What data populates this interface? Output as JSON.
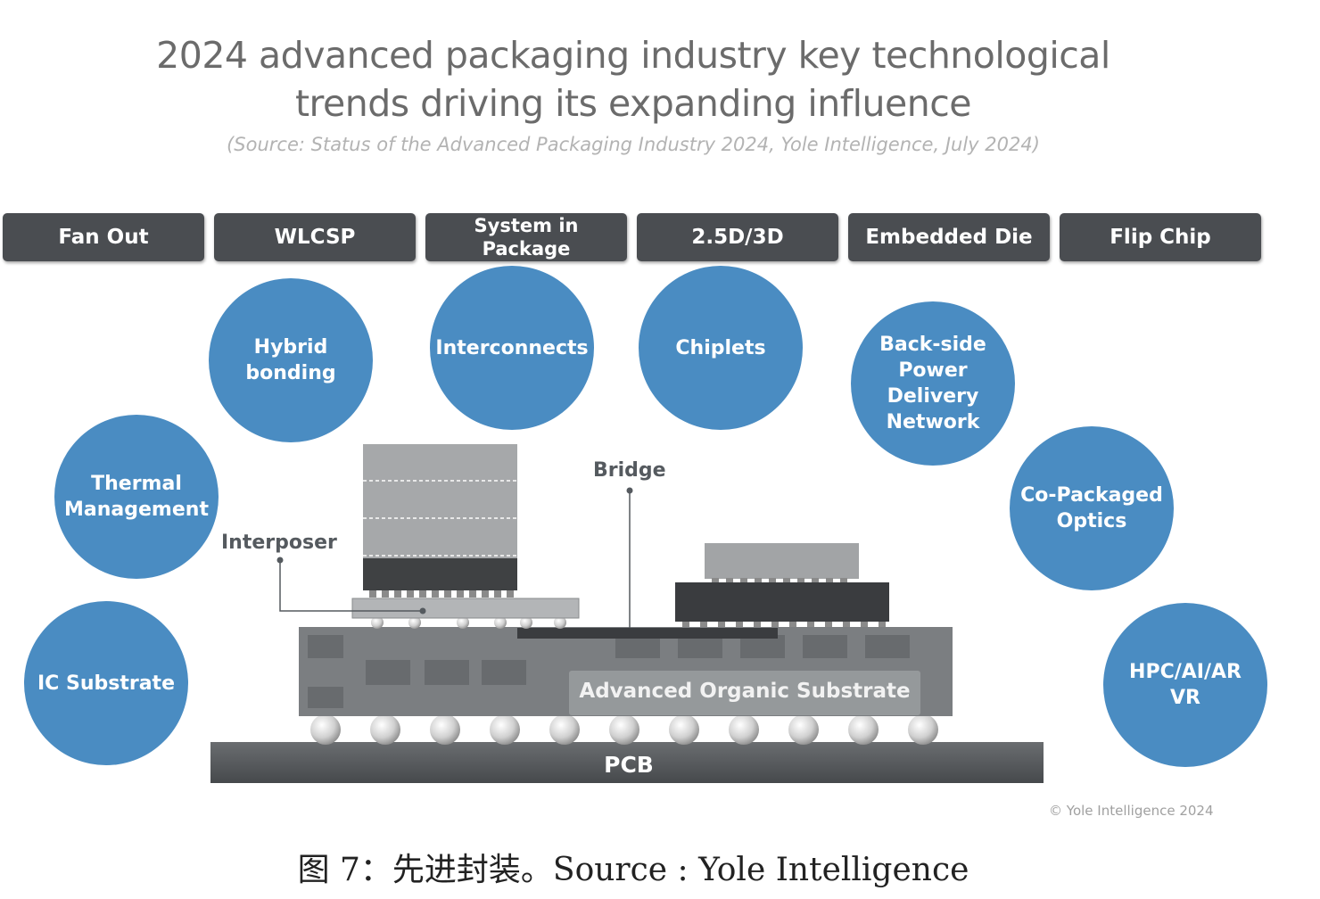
{
  "title": {
    "line1": "2024 advanced packaging industry key technological",
    "line2": "trends driving its expanding influence",
    "source": "(Source: Status of the Advanced Packaging Industry 2024, Yole Intelligence, July 2024)"
  },
  "tabs": [
    {
      "label": "Fan Out"
    },
    {
      "label": "WLCSP"
    },
    {
      "label": "System in\nPackage"
    },
    {
      "label": "2.5D/3D"
    },
    {
      "label": "Embedded Die"
    },
    {
      "label": "Flip Chip"
    }
  ],
  "bubbles": {
    "hybrid_bonding": "Hybrid\nbonding",
    "interconnects": "Interconnects",
    "chiplets": "Chiplets",
    "backside_power": "Back-side\nPower\nDelivery\nNetwork",
    "thermal": "Thermal\nManagement",
    "co_packaged": "Co-Packaged\nOptics",
    "ic_substrate": "IC Substrate",
    "hpc": "HPC/AI/AR\nVR"
  },
  "diagram": {
    "interposer_label": "Interposer",
    "bridge_label": "Bridge",
    "substrate_label": "Advanced Organic Substrate",
    "pcb_label": "PCB"
  },
  "copyright": "© Yole Intelligence 2024",
  "caption": "图 7：先进封装。Source : Yole Intelligence",
  "colors": {
    "bubble": "#4a8cc2",
    "tab": "#4a4d51",
    "pcb": "#56595c",
    "title": "#6b6b6b"
  }
}
